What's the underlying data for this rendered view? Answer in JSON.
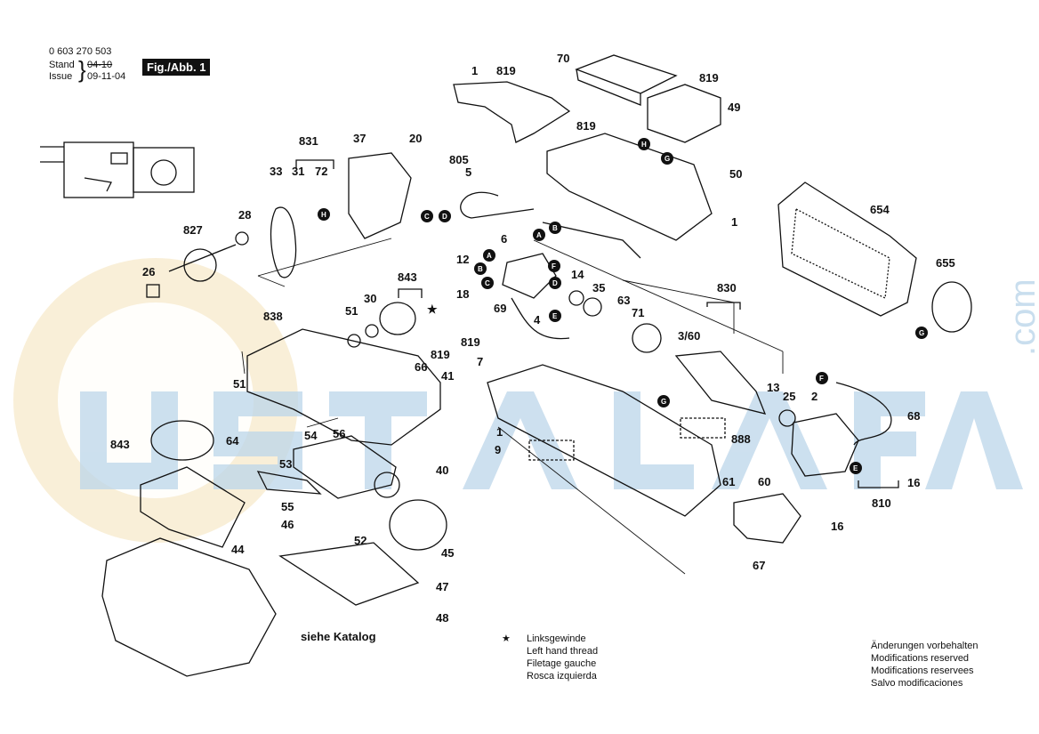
{
  "header": {
    "part_number": "0 603 270 503",
    "stand_label": "Stand",
    "stand_value": "04-10",
    "issue_label": "Issue",
    "issue_value": "09-11-04",
    "figure_label": "Fig./Abb. 1"
  },
  "callouts": [
    "1",
    "819",
    "70",
    "819",
    "49",
    "819",
    "H",
    "G",
    "50",
    "1",
    "805",
    "5",
    "C",
    "D",
    "6",
    "A",
    "B",
    "12",
    "A",
    "B",
    "F",
    "C",
    "D",
    "E",
    "18",
    "4",
    "69",
    "14",
    "35",
    "63",
    "71",
    "830",
    "3/60",
    "13",
    "25",
    "2",
    "F",
    "68",
    "654",
    "655",
    "G",
    "831",
    "37",
    "20",
    "33",
    "31",
    "72",
    "H",
    "28",
    "827",
    "26",
    "843",
    "30",
    "51",
    "838",
    "51",
    "64",
    "843",
    "54",
    "56",
    "53",
    "55",
    "46",
    "44",
    "52",
    "45",
    "47",
    "48",
    "40",
    "819",
    "66",
    "41",
    "7",
    "819",
    "1",
    "9",
    "G",
    "888",
    "61",
    "60",
    "67",
    "810",
    "16",
    "16",
    "E"
  ],
  "notes": {
    "star_symbol": "★",
    "left_thread": [
      "Linksgewinde",
      "Left hand thread",
      "Filetage gauche",
      "Rosca izquierda"
    ],
    "modifications": [
      "Änderungen vorbehalten",
      "Modifications reserved",
      "Modifications reservees",
      "Salvo modificaciones"
    ],
    "belt_label": "siehe Katalog"
  },
  "watermark": {
    "suffix": ".com",
    "color": "#bcd6ea",
    "accent": "#f4e2b8"
  }
}
